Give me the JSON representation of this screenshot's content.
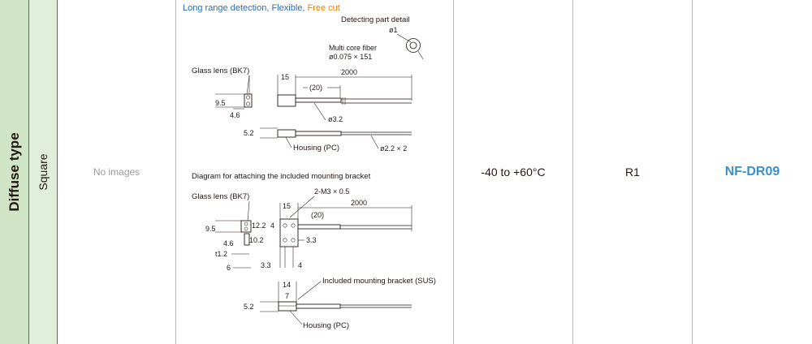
{
  "row": {
    "type": "Diffuse type",
    "shape": "Square",
    "image_placeholder": "No images",
    "temperature": "-40 to +60°C",
    "bending_radius": "R1",
    "model": "NF-DR09"
  },
  "dimensions": {
    "title_part1": "Long range detection, Flexible, ",
    "title_part2": "Free cut",
    "detecting_part_detail": "Detecting part detail",
    "core_dia": "ø1",
    "multi_core_fiber": "Multi core fiber",
    "fiber_spec": "ø0.075 × 151",
    "glass_lens": "Glass lens (BK7)",
    "dim_15": "15",
    "dim_2000": "2000",
    "dim_20": "(20)",
    "dim_9_5": "9.5",
    "dim_4_6": "4.6",
    "dim_3_2": "ø3.2",
    "dim_5_2": "5.2",
    "housing_pc": "Housing (PC)",
    "dim_2_2": "ø2.2 × 2",
    "bracket_title": "Diagram for attaching the included mounting bracket",
    "glass_lens_2": "Glass lens (BK7)",
    "m3": "2-M3 × 0.5",
    "dim_15b": "15",
    "dim_20b": "(20)",
    "dim_2000b": "2000",
    "dim_12_2": "12.2",
    "dim_4": "4",
    "dim_9_5b": "9.5",
    "dim_10_2": "10.2",
    "dim_3_3a": "3.3",
    "dim_4_6b": "4.6",
    "dim_t1_2": "t1.2",
    "dim_6": "6",
    "dim_3_3b": "3.3",
    "dim_4b": "4",
    "dim_14": "14",
    "dim_7": "7",
    "included_bracket": "Included mounting bracket (SUS)",
    "dim_5_2b": "5.2",
    "housing_pc_2": "Housing (PC)"
  },
  "colors": {
    "type_bg": "#cfe5c5",
    "shape_bg": "#e1efda",
    "title_blue": "#2a6db6",
    "free_cut_orange": "#f08300",
    "model_blue": "#3a8fce"
  }
}
